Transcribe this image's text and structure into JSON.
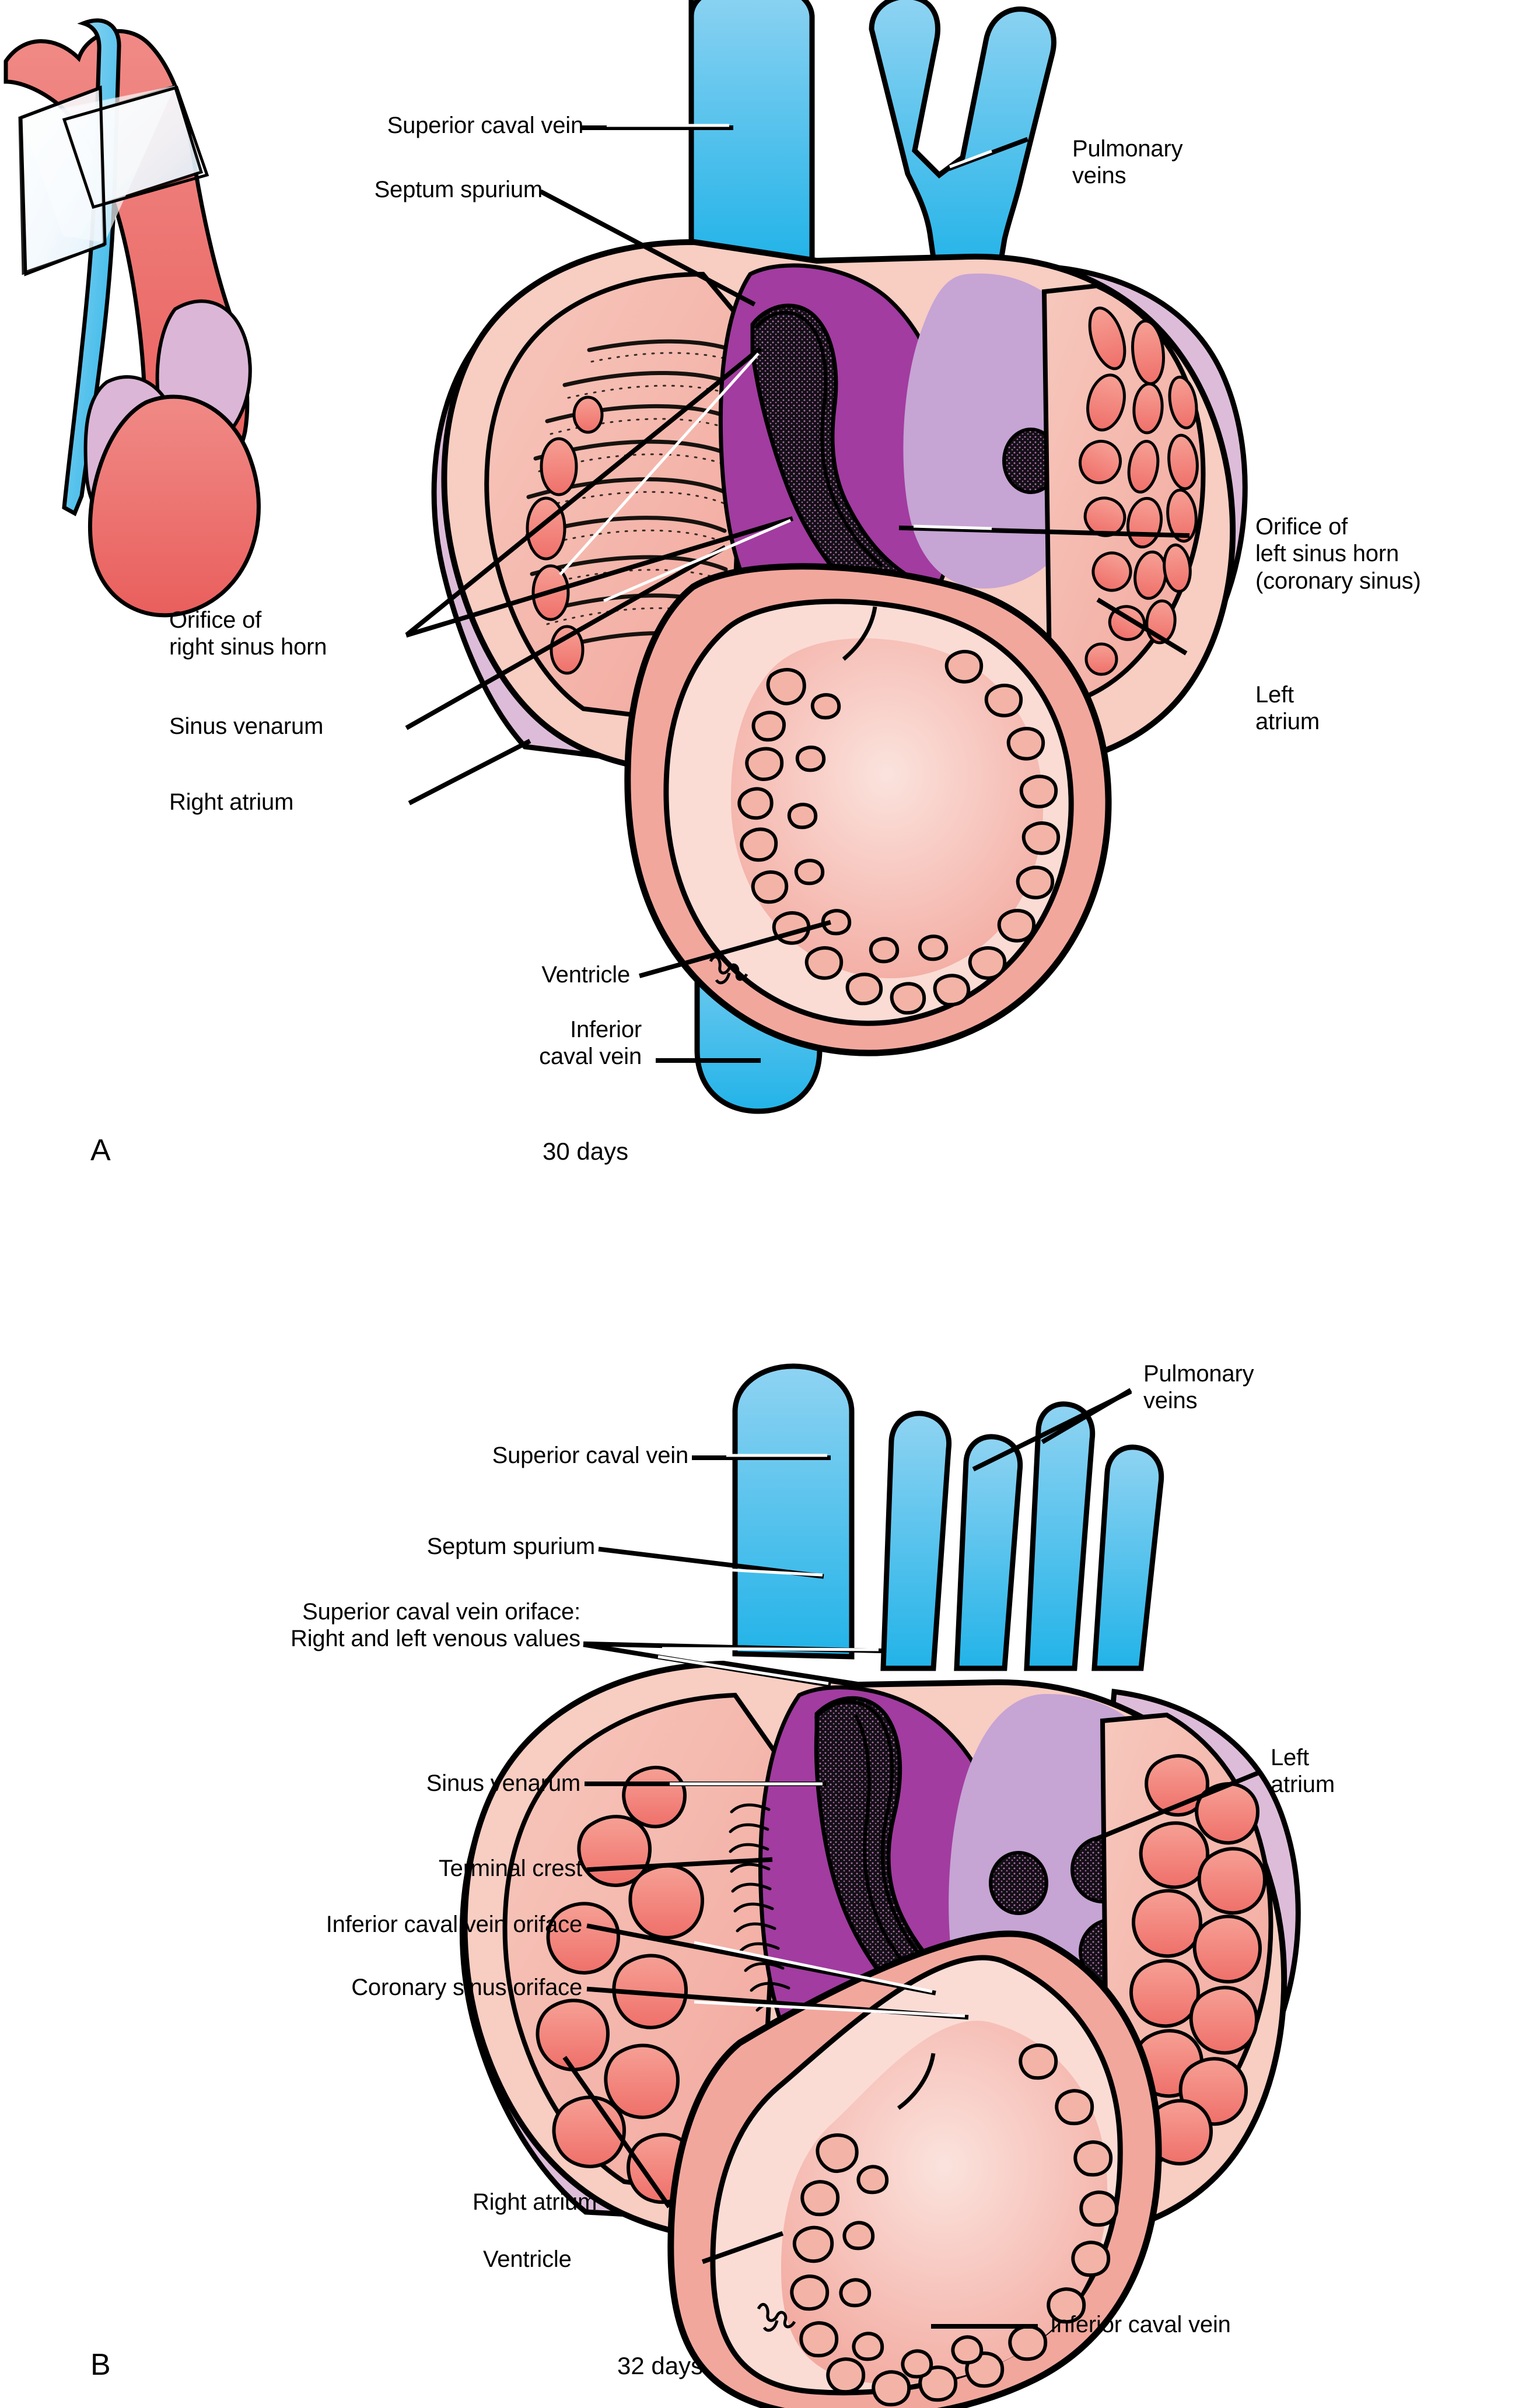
{
  "figure": {
    "title_sem": "Development of the sinus venosus and atria",
    "panels": [
      {
        "letter": "A",
        "stage": "30 days",
        "labels": [
          {
            "key": "superior_caval_vein",
            "text": "Superior caval vein"
          },
          {
            "key": "septum_spurium",
            "text": "Septum spurium"
          },
          {
            "key": "pulmonary_veins",
            "text": "Pulmonary\nveins"
          },
          {
            "key": "orifice_left_sinus_horn",
            "text": "Orifice of\nleft sinus horn\n(coronary sinus)"
          },
          {
            "key": "left_atrium",
            "text": "Left\natrium"
          },
          {
            "key": "orifice_right_sinus_horn",
            "text": "Orifice of\nright sinus horn"
          },
          {
            "key": "sinus_venarum",
            "text": "Sinus venarum"
          },
          {
            "key": "right_atrium",
            "text": "Right atrium"
          },
          {
            "key": "ventricle",
            "text": "Ventricle"
          },
          {
            "key": "inferior_caval_vein",
            "text": "Inferior\ncaval vein"
          }
        ]
      },
      {
        "letter": "B",
        "stage": "32 days",
        "labels": [
          {
            "key": "pulmonary_veins",
            "text": "Pulmonary\nveins"
          },
          {
            "key": "superior_caval_vein",
            "text": "Superior caval vein"
          },
          {
            "key": "septum_spurium",
            "text": "Septum spurium"
          },
          {
            "key": "left_atrium",
            "text": "Left\natrium"
          },
          {
            "key": "scv_orifice",
            "text": "Superior caval vein oriface:\nRight and left venous values"
          },
          {
            "key": "sinus_venarum",
            "text": "Sinus venarum"
          },
          {
            "key": "terminal_crest",
            "text": "Terminal crest"
          },
          {
            "key": "inferior_caval_vein_oriface",
            "text": "Inferior caval vein oriface"
          },
          {
            "key": "coronary_sinus_oriface",
            "text": "Coronary sinus oriface"
          },
          {
            "key": "right_atrium",
            "text": "Right atrium"
          },
          {
            "key": "ventricle",
            "text": "Ventricle"
          },
          {
            "key": "inferior_caval_vein",
            "text": "Inferior caval vein"
          }
        ]
      }
    ],
    "signature": "mcg",
    "colors": {
      "vein_blue_light": "#7ecbf0",
      "vein_blue": "#29b6e8",
      "artery_red": "#ee6a68",
      "atrium_wall_pink": "#f7c8bd",
      "myocardium_pink": "#f2a79d",
      "trabecula_red": "#f0776e",
      "lumen_pale": "#fadcd5",
      "sinus_purple_dark": "#a23ca0",
      "left_atrium_lilac": "#c6a4d4",
      "right_atrium_lilac": "#ddbcd9",
      "outline_black": "#000000",
      "inset_glass": "#eef6fb"
    }
  }
}
